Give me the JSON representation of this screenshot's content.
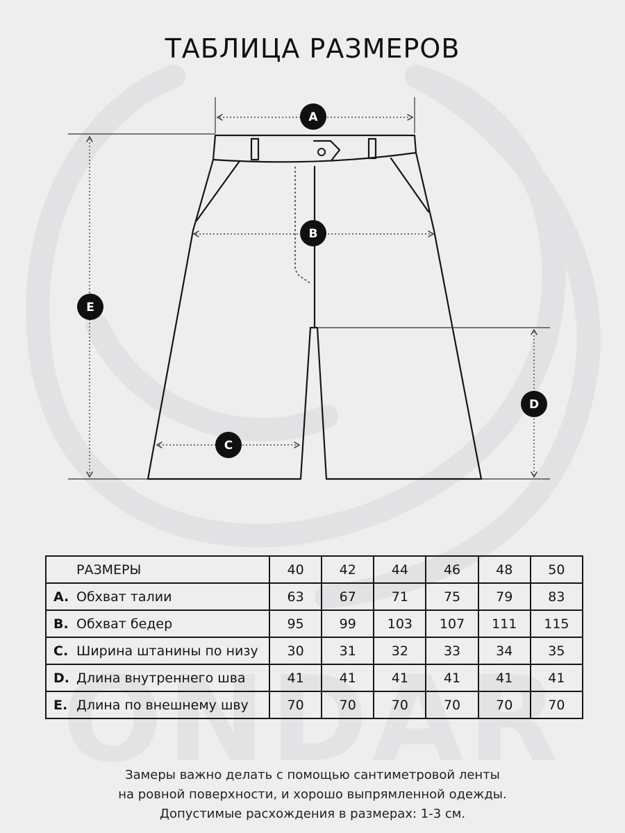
{
  "title": "ТАБЛИЦА РАЗМЕРОВ",
  "watermark_text": "ONDAR",
  "diagram": {
    "markers": {
      "a": "A",
      "b": "B",
      "c": "C",
      "d": "D",
      "e": "E"
    }
  },
  "table": {
    "header_label": "РАЗМЕРЫ",
    "sizes": [
      "40",
      "42",
      "44",
      "46",
      "48",
      "50"
    ],
    "rows": [
      {
        "letter": "A.",
        "label": "Обхват талии",
        "values": [
          "63",
          "67",
          "71",
          "75",
          "79",
          "83"
        ]
      },
      {
        "letter": "B.",
        "label": "Обхват бедер",
        "values": [
          "95",
          "99",
          "103",
          "107",
          "111",
          "115"
        ]
      },
      {
        "letter": "C.",
        "label": "Ширина штанины по низу",
        "values": [
          "30",
          "31",
          "32",
          "33",
          "34",
          "35"
        ]
      },
      {
        "letter": "D.",
        "label": "Длина внутреннего шва",
        "values": [
          "41",
          "41",
          "41",
          "41",
          "41",
          "41"
        ]
      },
      {
        "letter": "E.",
        "label": "Длина по внешнему шву",
        "values": [
          "70",
          "70",
          "70",
          "70",
          "70",
          "70"
        ]
      }
    ]
  },
  "footer": {
    "line1": "Замеры важно делать с помощью сантиметровой ленты",
    "line2": "на ровной поверхности, и хорошо выпрямленной одежды.",
    "line3": "Допустимые расхождения в размерах: 1-3 см."
  },
  "colors": {
    "background": "#eeeeef",
    "ink": "#141414",
    "watermark": "#e3e3e5"
  }
}
